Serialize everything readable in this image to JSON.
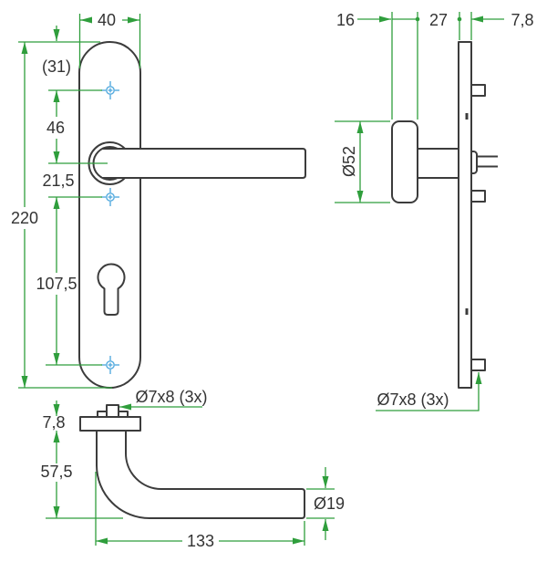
{
  "drawing_title": "door-handle-on-backplate-technical-drawing",
  "front": {
    "plate_width": "40",
    "plate_height": "220",
    "top_to_screw": "(31)",
    "screw_to_handle": "46",
    "handle_to_screw": "21,5",
    "screw_to_screw": "107,5",
    "screw_spec": "Ø7x8 (3x)"
  },
  "side": {
    "rose_thickness": "16",
    "neck_length": "27",
    "plate_thickness": "7,8",
    "rose_diameter": "Ø52",
    "screw_spec": "Ø7x8 (3x)"
  },
  "top": {
    "plate_thickness": "7,8",
    "handle_projection": "57,5",
    "handle_length": "133",
    "tube_diameter": "Ø19"
  },
  "colors": {
    "outline": "#3c3c3c",
    "dimension_green": "#2f9e3c",
    "text": "#333333",
    "screw_marker_blue": "#55abdf",
    "background": "#ffffff"
  }
}
